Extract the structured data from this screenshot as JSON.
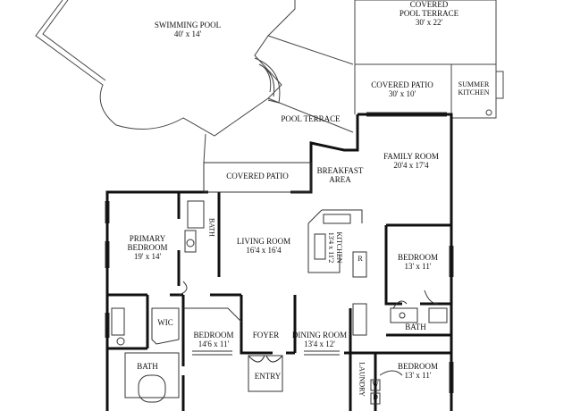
{
  "rooms": {
    "swimming_pool": {
      "name": "SWIMMING POOL",
      "size": "40' x 14'"
    },
    "covered_pool_terrace": {
      "name1": "COVERED",
      "name2": "POOL TERRACE",
      "size": "30' x 22'"
    },
    "covered_patio_top": {
      "name": "COVERED PATIO",
      "size": "30' x 10'"
    },
    "summer_kitchen": {
      "name1": "SUMMER",
      "name2": "KITCHEN"
    },
    "pool_terrace": {
      "name": "POOL TERRACE"
    },
    "family_room": {
      "name": "FAMILY ROOM",
      "size": "20'4 x 17'4"
    },
    "breakfast_area": {
      "name1": "BREAKFAST",
      "name2": "AREA"
    },
    "covered_patio_mid": {
      "name": "COVERED PATIO"
    },
    "primary_bedroom": {
      "name1": "PRIMARY",
      "name2": "BEDROOM",
      "size": "19' x 14'"
    },
    "bath_primary": {
      "name": "BATH"
    },
    "living_room": {
      "name": "LIVING ROOM",
      "size": "16'4 x 16'4"
    },
    "kitchen": {
      "name": "KITCHEN",
      "size": "13'4 x 11'2"
    },
    "bedroom_east": {
      "name": "BEDROOM",
      "size": "13' x 11'"
    },
    "wic": {
      "name": "WIC"
    },
    "bedroom_center": {
      "name": "BEDROOM",
      "size": "14'6 x 11'"
    },
    "foyer": {
      "name": "FOYER"
    },
    "dining_room": {
      "name": "DINING ROOM",
      "size": "13'4 x 12'"
    },
    "bath_east": {
      "name": "BATH"
    },
    "bath_southwest": {
      "name": "BATH"
    },
    "laundry": {
      "name": "LAUNDRY"
    },
    "washer": {
      "name": "W"
    },
    "dryer": {
      "name": "D"
    },
    "bedroom_southeast": {
      "name": "BEDROOM",
      "size": "13' x 11'"
    },
    "entry": {
      "name": "ENTRY"
    },
    "fridge": {
      "name": "R"
    }
  },
  "colors": {
    "wall": "#111111",
    "line": "#333333",
    "background": "#ffffff"
  }
}
